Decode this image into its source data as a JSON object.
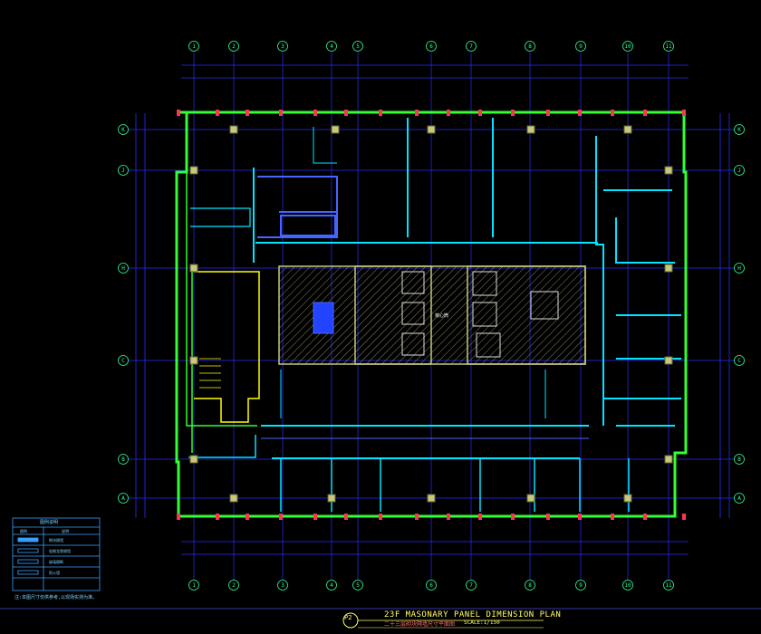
{
  "drawing": {
    "title_en": "23F MASONARY PANEL DIMENSION PLAN",
    "title_cn": "二十三层砌块隔墙尺寸平面图",
    "scale": "SCALE:1/150",
    "sheet_label": "P2",
    "core_label": "核心筒"
  },
  "grid_columns": [
    "1",
    "2",
    "3",
    "4",
    "5",
    "6",
    "7",
    "8",
    "9",
    "10",
    "11"
  ],
  "grid_rows": [
    "K",
    "J",
    "H",
    "C",
    "B",
    "A"
  ],
  "legend": {
    "title": "图例说明",
    "header": [
      "图例",
      "说明"
    ],
    "items": [
      "砌块隔墙",
      "轻钢龙骨隔墙",
      "玻璃隔断",
      "防火墙"
    ],
    "note": "注:本图尺寸仅供参考,以现场实测为准。"
  },
  "colors": {
    "background": "#000000",
    "grid_line": "#2b2bff",
    "facade": "#33ff33",
    "wall_cyan": "#00e5ff",
    "wall_blue": "#4466ff",
    "core_hatch": "#b8b870",
    "stair": "#ffff00",
    "column": "#c8c878",
    "marker": "#ff3355"
  }
}
